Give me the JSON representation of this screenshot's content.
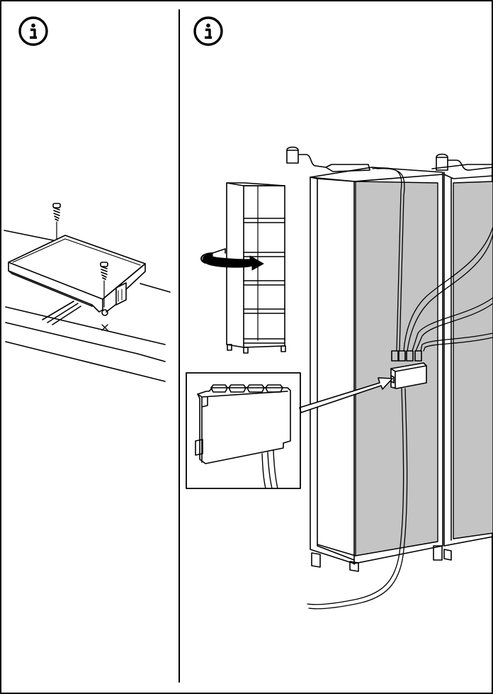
{
  "document": {
    "type": "assembly-instruction-page",
    "panels": [
      {
        "id": "left",
        "badge_icon": "info-icon"
      },
      {
        "id": "right",
        "badge_icon": "info-icon"
      }
    ],
    "colors": {
      "line": "#000000",
      "panel_fill": "#c4c4c4",
      "background": "#ffffff"
    }
  }
}
